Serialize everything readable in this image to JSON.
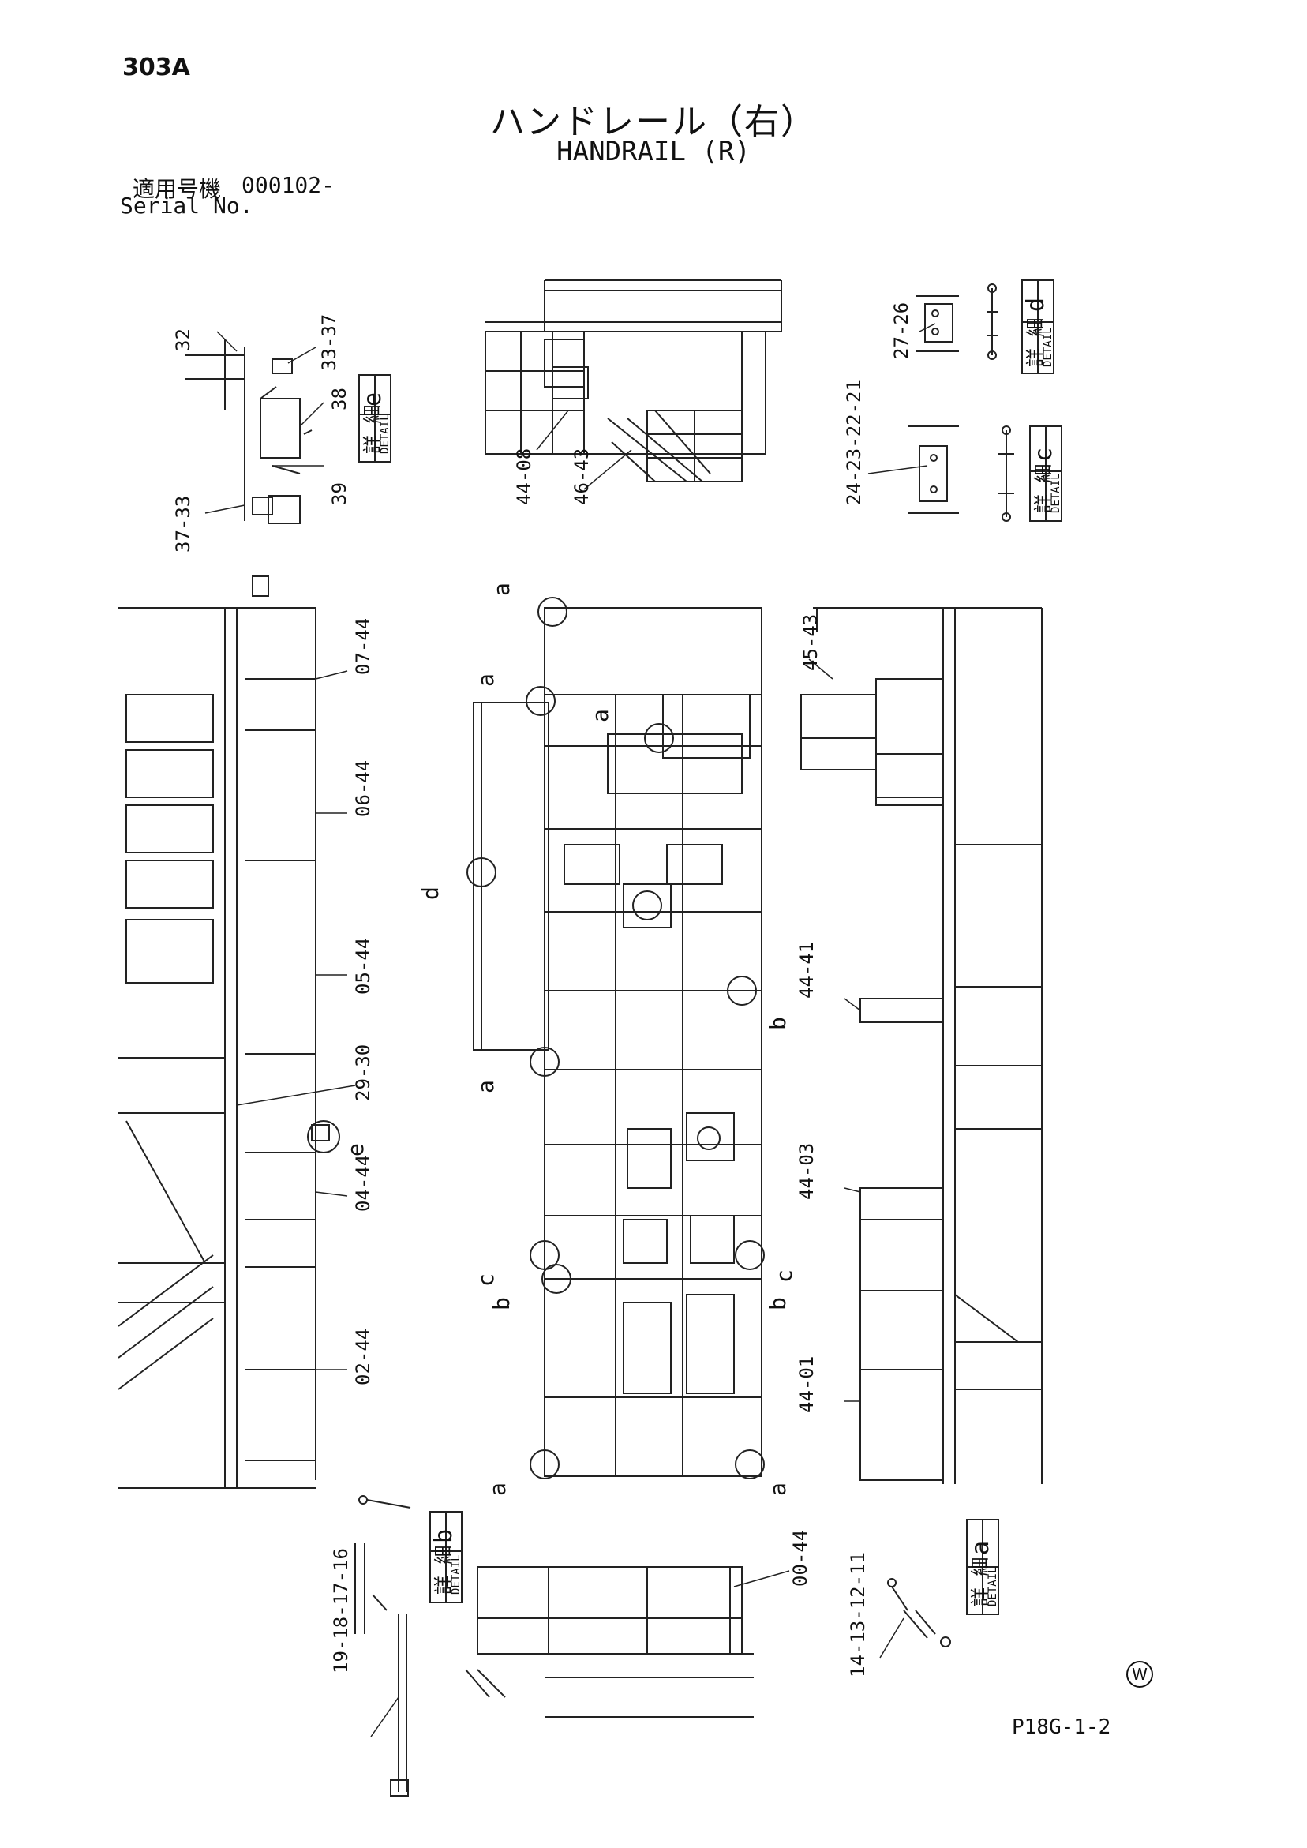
{
  "header": {
    "page_number": "303A",
    "title_jp": "ハンドレール（右）",
    "title_en": "HANDRAIL (R)",
    "serial_label_jp": "適用号機",
    "serial_value": "000102-",
    "serial_label_en": "Serial No."
  },
  "footer": {
    "page_code": "P18G-1-2",
    "symbol": "W"
  },
  "details": {
    "a": {
      "letter": "a",
      "jp": "詳 細",
      "en": "DETAIL"
    },
    "b": {
      "letter": "b",
      "jp": "詳 細",
      "en": "DETAIL"
    },
    "c": {
      "letter": "c",
      "jp": "詳 細",
      "en": "DETAIL"
    },
    "d": {
      "letter": "d",
      "jp": "詳 細",
      "en": "DETAIL"
    },
    "e": {
      "letter": "e",
      "jp": "詳 細",
      "en": "DETAIL"
    }
  },
  "part_labels": {
    "p32": "32",
    "p33_37": "33-37",
    "p38": "38",
    "p39": "39",
    "p37_33": "37-33",
    "p44_08": "44-08",
    "p46_43": "46-43",
    "p27_26": "27-26",
    "p24_21": "24-23-22-21",
    "p07_44": "07-44",
    "p06_44": "06-44",
    "p05_44": "05-44",
    "p29_30": "29-30",
    "p04_44": "04-44",
    "p02_44": "02-44",
    "p45_43": "45-43",
    "p44_41": "44-41",
    "p44_03": "44-03",
    "p44_01": "44-01",
    "p00_44": "00-44",
    "p19_16": "19-18-17-16",
    "p14_11": "14-13-12-11"
  },
  "callouts": [
    "a",
    "a",
    "a",
    "a",
    "a",
    "a",
    "b",
    "b",
    "b",
    "c",
    "c",
    "d",
    "e"
  ]
}
